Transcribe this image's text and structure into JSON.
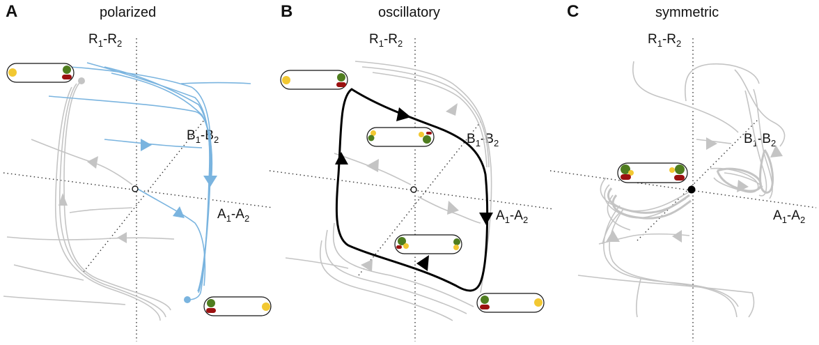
{
  "panels": [
    {
      "letter": "A",
      "title": "polarized",
      "axes": {
        "vertical": {
          "base": "R",
          "i": "1",
          "j": "2"
        },
        "diagonal": {
          "base": "B",
          "i": "1",
          "j": "2"
        },
        "horizontal": {
          "base": "A",
          "i": "1",
          "j": "2"
        }
      },
      "fixed_point": "open circle"
    },
    {
      "letter": "B",
      "title": "oscillatory",
      "axes": {
        "vertical": {
          "base": "R",
          "i": "1",
          "j": "2"
        },
        "diagonal": {
          "base": "B",
          "i": "1",
          "j": "2"
        },
        "horizontal": {
          "base": "A",
          "i": "1",
          "j": "2"
        }
      },
      "fixed_point": "open circle"
    },
    {
      "letter": "C",
      "title": "symmetric",
      "axes": {
        "vertical": {
          "base": "R",
          "i": "1",
          "j": "2"
        },
        "diagonal": {
          "base": "B",
          "i": "1",
          "j": "2"
        },
        "horizontal": {
          "base": "A",
          "i": "1",
          "j": "2"
        }
      },
      "fixed_point": "filled circle"
    }
  ],
  "colors": {
    "trajectory_gray": "#bdbdbd",
    "trajectory_blue": "#7ab4df",
    "limit_cycle": "#000000",
    "protein_yellow": "#f2c832",
    "protein_green": "#4f7d1f",
    "protein_red": "#9b1010"
  },
  "icons": [
    "cell-capsule-icon",
    "arrowhead-icon",
    "fixed-point-icon"
  ]
}
